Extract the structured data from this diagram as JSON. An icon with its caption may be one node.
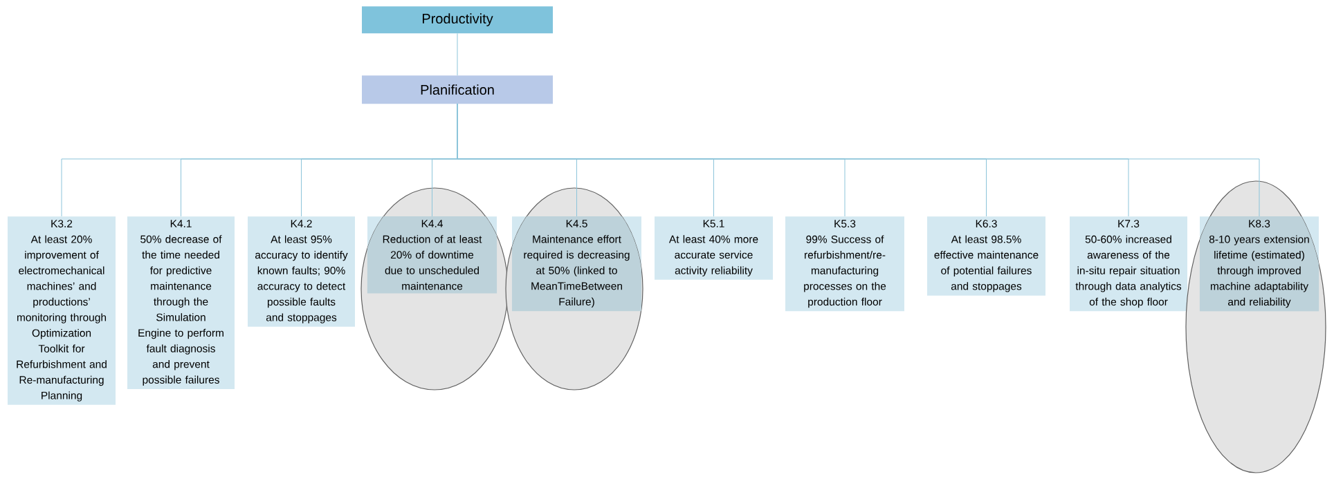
{
  "diagram": {
    "nodes": [
      {
        "text": [
          "Productivity"
        ]
      },
      {
        "text": [
          "Planification"
        ]
      },
      {
        "text": [
          "K3.2",
          "At least 20% improvement of electromechanical machines’ and productions’ monitoring through Optimization Toolkit for Refurbishment and Re-manufacturing Planning"
        ]
      },
      {
        "text": [
          "K4.1",
          "50% decrease of the time needed for predictive maintenance through the Simulation Engine to perform fault diagnosis and prevent possible failures"
        ]
      },
      {
        "text": [
          "K4.2",
          "At least 95% accuracy to identify known faults; 90% accuracy to detect possible faults and stoppages"
        ]
      },
      {
        "text": [
          "K4.4",
          "Reduction of at least 20% of downtime due to unscheduled maintenance"
        ]
      },
      {
        "text": [
          "K4.5",
          "Maintenance effort required is decreasing at 50% (linked to MeanTimeBetween Failure)"
        ]
      },
      {
        "text": [
          "K5.1",
          "At least 40% more accurate service activity reliability"
        ]
      },
      {
        "text": [
          "K5.3",
          "99% Success of refurbishment/re-manufacturing processes on the production floor"
        ]
      },
      {
        "text": [
          "K6.3",
          "At least 98.5% effective maintenance of potential failures and stoppages"
        ]
      },
      {
        "text": [
          "K7.3",
          "50-60% increased awareness of the in-situ repair situation through data analytics of the shop floor"
        ]
      },
      {
        "text": [
          "K8.3",
          "8-10 years extension lifetime (estimated) through improved machine adaptability and reliability"
        ]
      }
    ],
    "edges": [
      {
        "from": 0,
        "to": 1,
        "arrow": "none"
      },
      {
        "from": 1,
        "to": 2,
        "arrow": "none"
      },
      {
        "from": 1,
        "to": 3,
        "arrow": "none"
      },
      {
        "from": 1,
        "to": 4,
        "arrow": "none"
      },
      {
        "from": 1,
        "to": 5,
        "arrow": "none"
      },
      {
        "from": 1,
        "to": 6,
        "arrow": "none"
      },
      {
        "from": 1,
        "to": 7,
        "arrow": "none"
      },
      {
        "from": 1,
        "to": 8,
        "arrow": "none"
      },
      {
        "from": 1,
        "to": 9,
        "arrow": "none"
      },
      {
        "from": 1,
        "to": 10,
        "arrow": "none"
      },
      {
        "from": 1,
        "to": 11,
        "arrow": "none"
      }
    ]
  }
}
